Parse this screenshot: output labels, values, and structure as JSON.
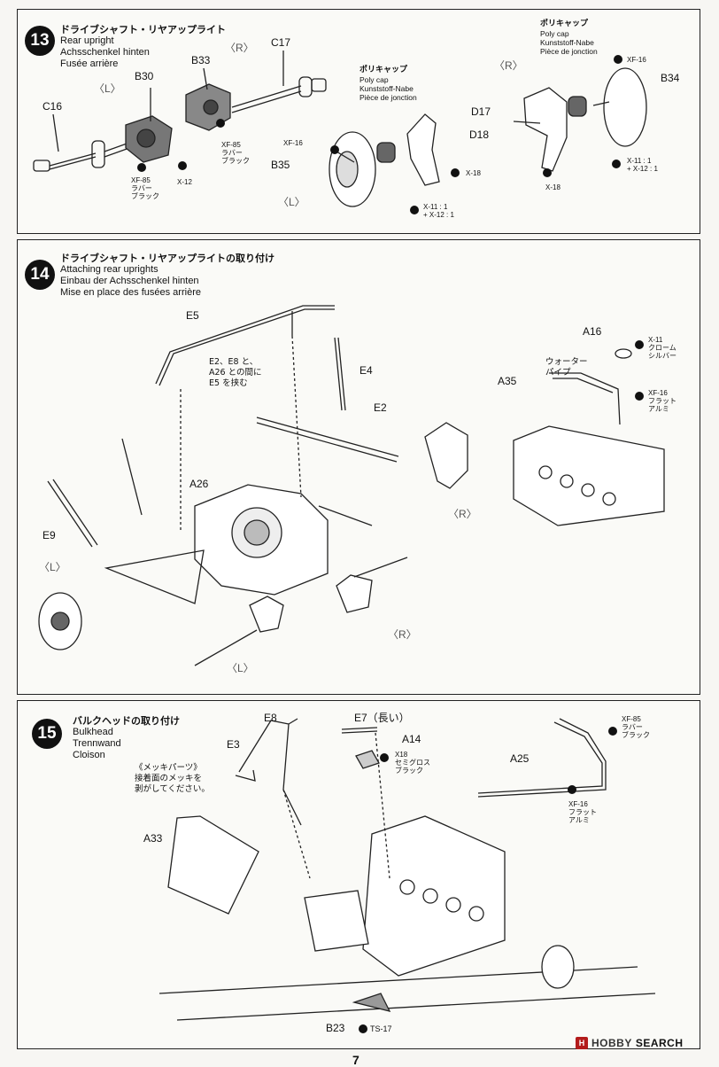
{
  "step13": {
    "number": "13",
    "title_jp": "ドライブシャフト・リヤアップライト",
    "title_en": "Rear upright",
    "title_de": "Achsschenkel hinten",
    "title_fr": "Fusée arrière",
    "labels": {
      "c16": "C16",
      "b30": "B30",
      "l1": "〈L〉",
      "b33": "B33",
      "r1": "〈R〉",
      "c17": "C17",
      "xf85_a": "XF-85",
      "xf85_a_jp": "ラバー\nブラック",
      "xf85_b": "XF-85",
      "xf85_b_jp": "ラバー\nブラック",
      "x12": "X-12",
      "polycap1_jp": "ポリキャップ",
      "polycap1": "Poly cap\nKunststoff-Nabe\nPièce de jonction",
      "xf16_a": "XF-16",
      "b35": "B35",
      "d18": "D18",
      "x18_a": "X-18",
      "l2": "〈L〉",
      "x11_a": "X-11 : 1\n+ X-12 : 1",
      "polycap2_jp": "ポリキャップ",
      "polycap2": "Poly cap\nKunststoff-Nabe\nPièce de jonction",
      "r2": "〈R〉",
      "xf16_b": "XF-16",
      "b34": "B34",
      "d17": "D17",
      "x11_b": "X-11 : 1\n+ X-12 : 1",
      "x18_b": "X-18"
    }
  },
  "step14": {
    "number": "14",
    "title_jp": "ドライブシャフト・リヤアップライトの取り付け",
    "title_en": "Attaching rear uprights",
    "title_de": "Einbau der Achsschenkel hinten",
    "title_fr": "Mise en place des fusées arrière",
    "labels": {
      "e5": "E5",
      "note_jp": "E2、E8 と、\nA26 との間に\nE5 を挟む",
      "e4": "E4",
      "e2": "E2",
      "a26": "A26",
      "e9": "E9",
      "l1": "〈L〉",
      "r1": "〈R〉",
      "r2": "〈R〉",
      "l2": "〈L〉",
      "a16": "A16",
      "x11": "X-11",
      "x11_jp": "クローム\nシルバー",
      "water_jp": "ウォーター\nパイプ",
      "a35": "A35",
      "xf16": "XF-16",
      "xf16_jp": "フラット\nアルミ"
    }
  },
  "step15": {
    "number": "15",
    "title_jp": "バルクヘッドの取り付け",
    "title_en": "Bulkhead",
    "title_de": "Trennwand",
    "title_fr": "Cloison",
    "labels": {
      "e8": "E8",
      "e7": "E7（長い）",
      "e3": "E3",
      "a14": "A14",
      "x18": "X18",
      "x18_jp": "セミグロス\nブラック",
      "plating_jp": "《メッキパーツ》\n接着面のメッキを\n剥がしてください。",
      "a25": "A25",
      "xf85": "XF-85",
      "xf85_jp": "ラバー\nブラック",
      "xf16": "XF-16",
      "xf16_jp": "フラット\nアルミ",
      "a33": "A33",
      "b23": "B23",
      "ts17": "TS-17"
    }
  },
  "page_number": "7",
  "watermark": {
    "name1": "HOBBY",
    "name2": "SEARCH"
  }
}
